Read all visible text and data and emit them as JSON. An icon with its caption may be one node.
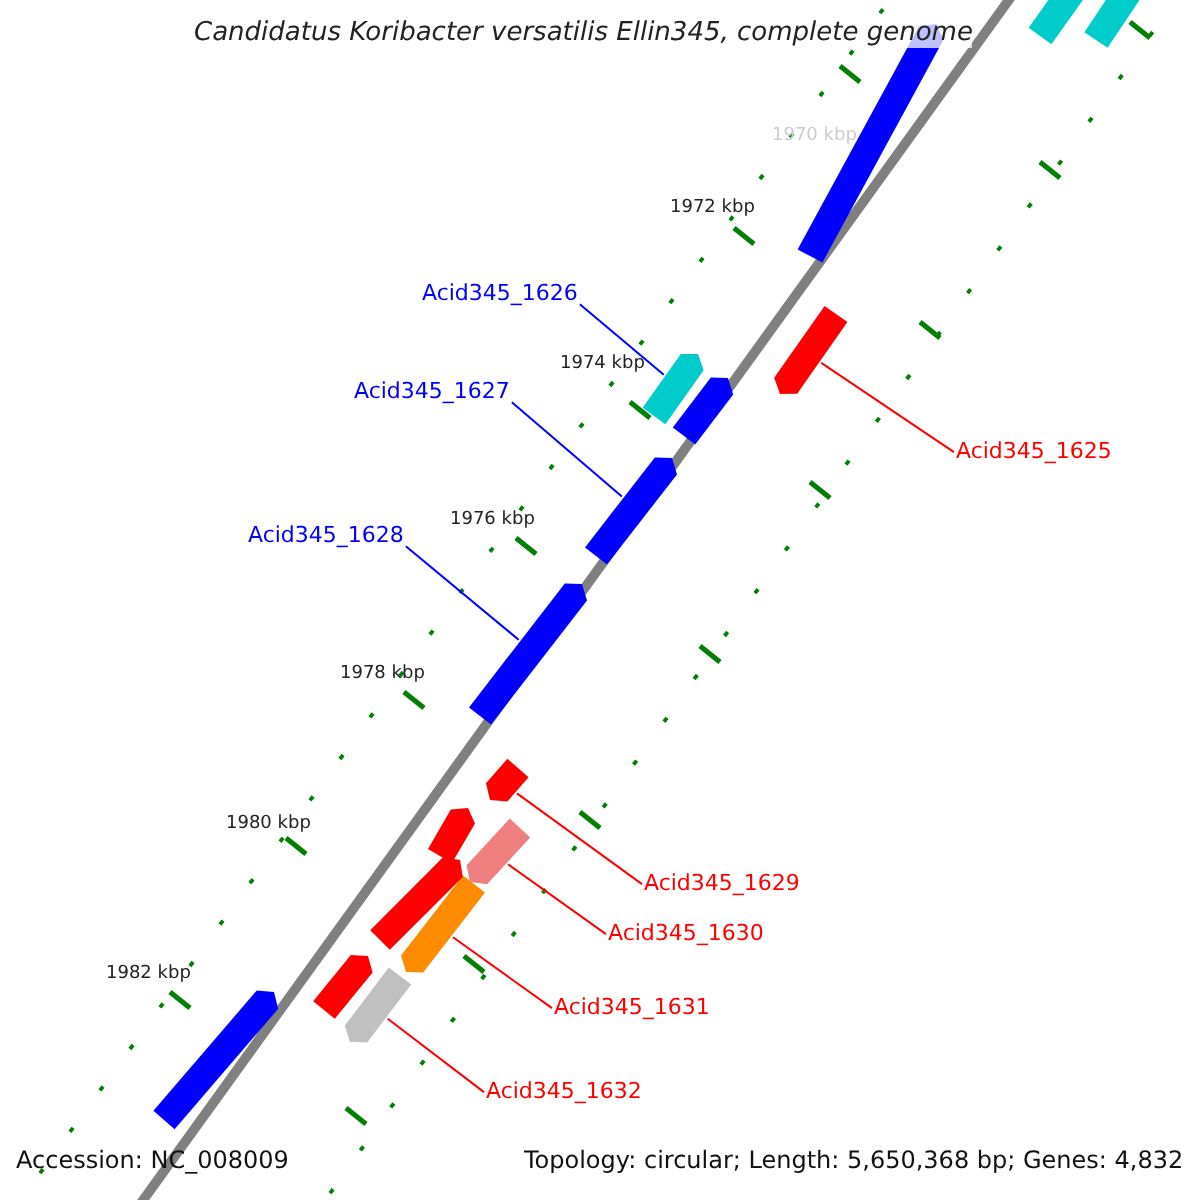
{
  "diagram": {
    "title": "Candidatus Koribacter versatilis Ellin345, complete genome",
    "nodes": [
      {
        "text": [
          "Acid345_1626"
        ]
      },
      {
        "text": [],
        "shape": "bar"
      },
      {
        "text": [
          "Acid345_1627"
        ]
      },
      {
        "text": [],
        "shape": "bar"
      },
      {
        "text": [
          "Acid345_1628"
        ]
      },
      {
        "text": [],
        "shape": "bar"
      },
      {
        "text": [
          "Acid345_1625"
        ]
      },
      {
        "text": [],
        "shape": "bar"
      },
      {
        "text": [
          "Acid345_1629"
        ]
      },
      {
        "text": [],
        "shape": "bar"
      },
      {
        "text": [
          "Acid345_1630"
        ]
      },
      {
        "text": [],
        "shape": "bar"
      },
      {
        "text": [
          "Acid345_1631"
        ]
      },
      {
        "text": [],
        "shape": "bar"
      },
      {
        "text": [
          "Acid345_1632"
        ]
      },
      {
        "text": [],
        "shape": "bar"
      },
      {
        "text": [],
        "shape": "bar"
      },
      {
        "text": [],
        "shape": "bar"
      },
      {
        "text": [],
        "shape": "bar"
      },
      {
        "text": [],
        "shape": "bar"
      },
      {
        "text": [],
        "shape": "bar"
      },
      {
        "text": [],
        "shape": "bar"
      },
      {
        "text": [],
        "shape": "bar"
      },
      {
        "text": [],
        "shape": "bar"
      }
    ],
    "edges": [
      {
        "from": 0,
        "to": 1,
        "arrow": "none",
        "color": "#0000ff"
      },
      {
        "from": 2,
        "to": 3,
        "arrow": "none",
        "color": "#0000ff"
      },
      {
        "from": 4,
        "to": 5,
        "arrow": "none",
        "color": "#0000ff"
      },
      {
        "from": 6,
        "to": 7,
        "arrow": "none"
      },
      {
        "from": 8,
        "to": 9,
        "arrow": "none"
      },
      {
        "from": 10,
        "to": 11,
        "arrow": "none"
      },
      {
        "from": 12,
        "to": 13,
        "arrow": "none"
      },
      {
        "from": 14,
        "to": 15,
        "arrow": "none"
      }
    ],
    "labels": [
      "1970 kbp",
      "1972 kbp",
      "1974 kbp",
      "1976 kbp",
      "1978 kbp",
      "1980 kbp",
      "1982 kbp",
      "Accession: NC_008009",
      "Topology: circular; Length: 5,650,368 bp; Genes: 4,832"
    ]
  }
}
